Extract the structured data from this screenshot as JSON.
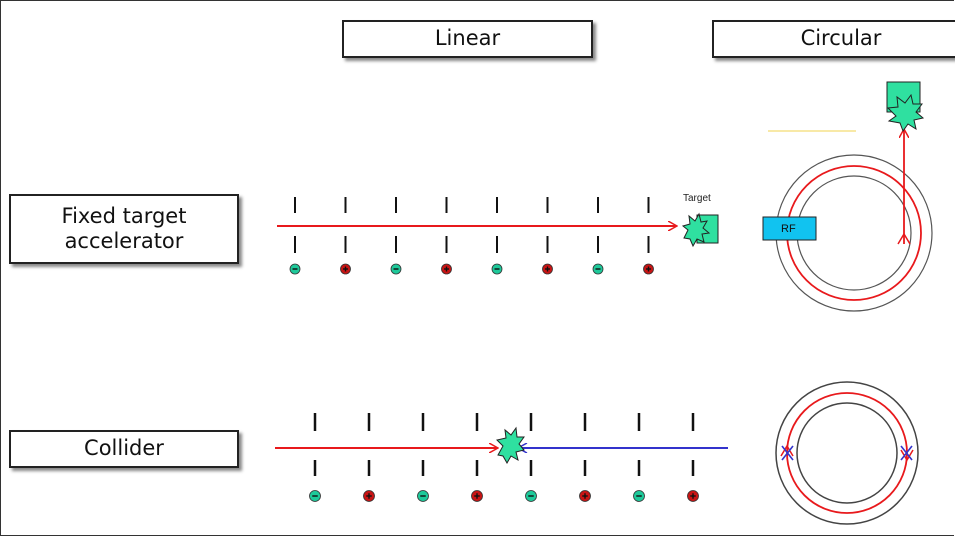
{
  "headers": {
    "linear": "Linear",
    "circular": "Circular"
  },
  "rows": {
    "fixed_target": "Fixed target\naccelerator",
    "collider": "Collider"
  },
  "labels": {
    "target": "Target",
    "rf": "RF"
  },
  "colors": {
    "beam_red": "#e8191c",
    "beam_blue": "#3333cc",
    "electrode_negative": "#1ec99a",
    "electrode_positive": "#c81414",
    "target_fill": "#2fe0a0",
    "rf_fill": "#11c3f0",
    "highlight_line": "#f5e28a"
  },
  "icons": {
    "negative_sign": "minus-icon",
    "positive_sign": "plus-icon",
    "collision": "starburst-icon"
  },
  "electrode_polarity_sequence": [
    "-",
    "+",
    "-",
    "+",
    "-",
    "+",
    "-",
    "+"
  ]
}
